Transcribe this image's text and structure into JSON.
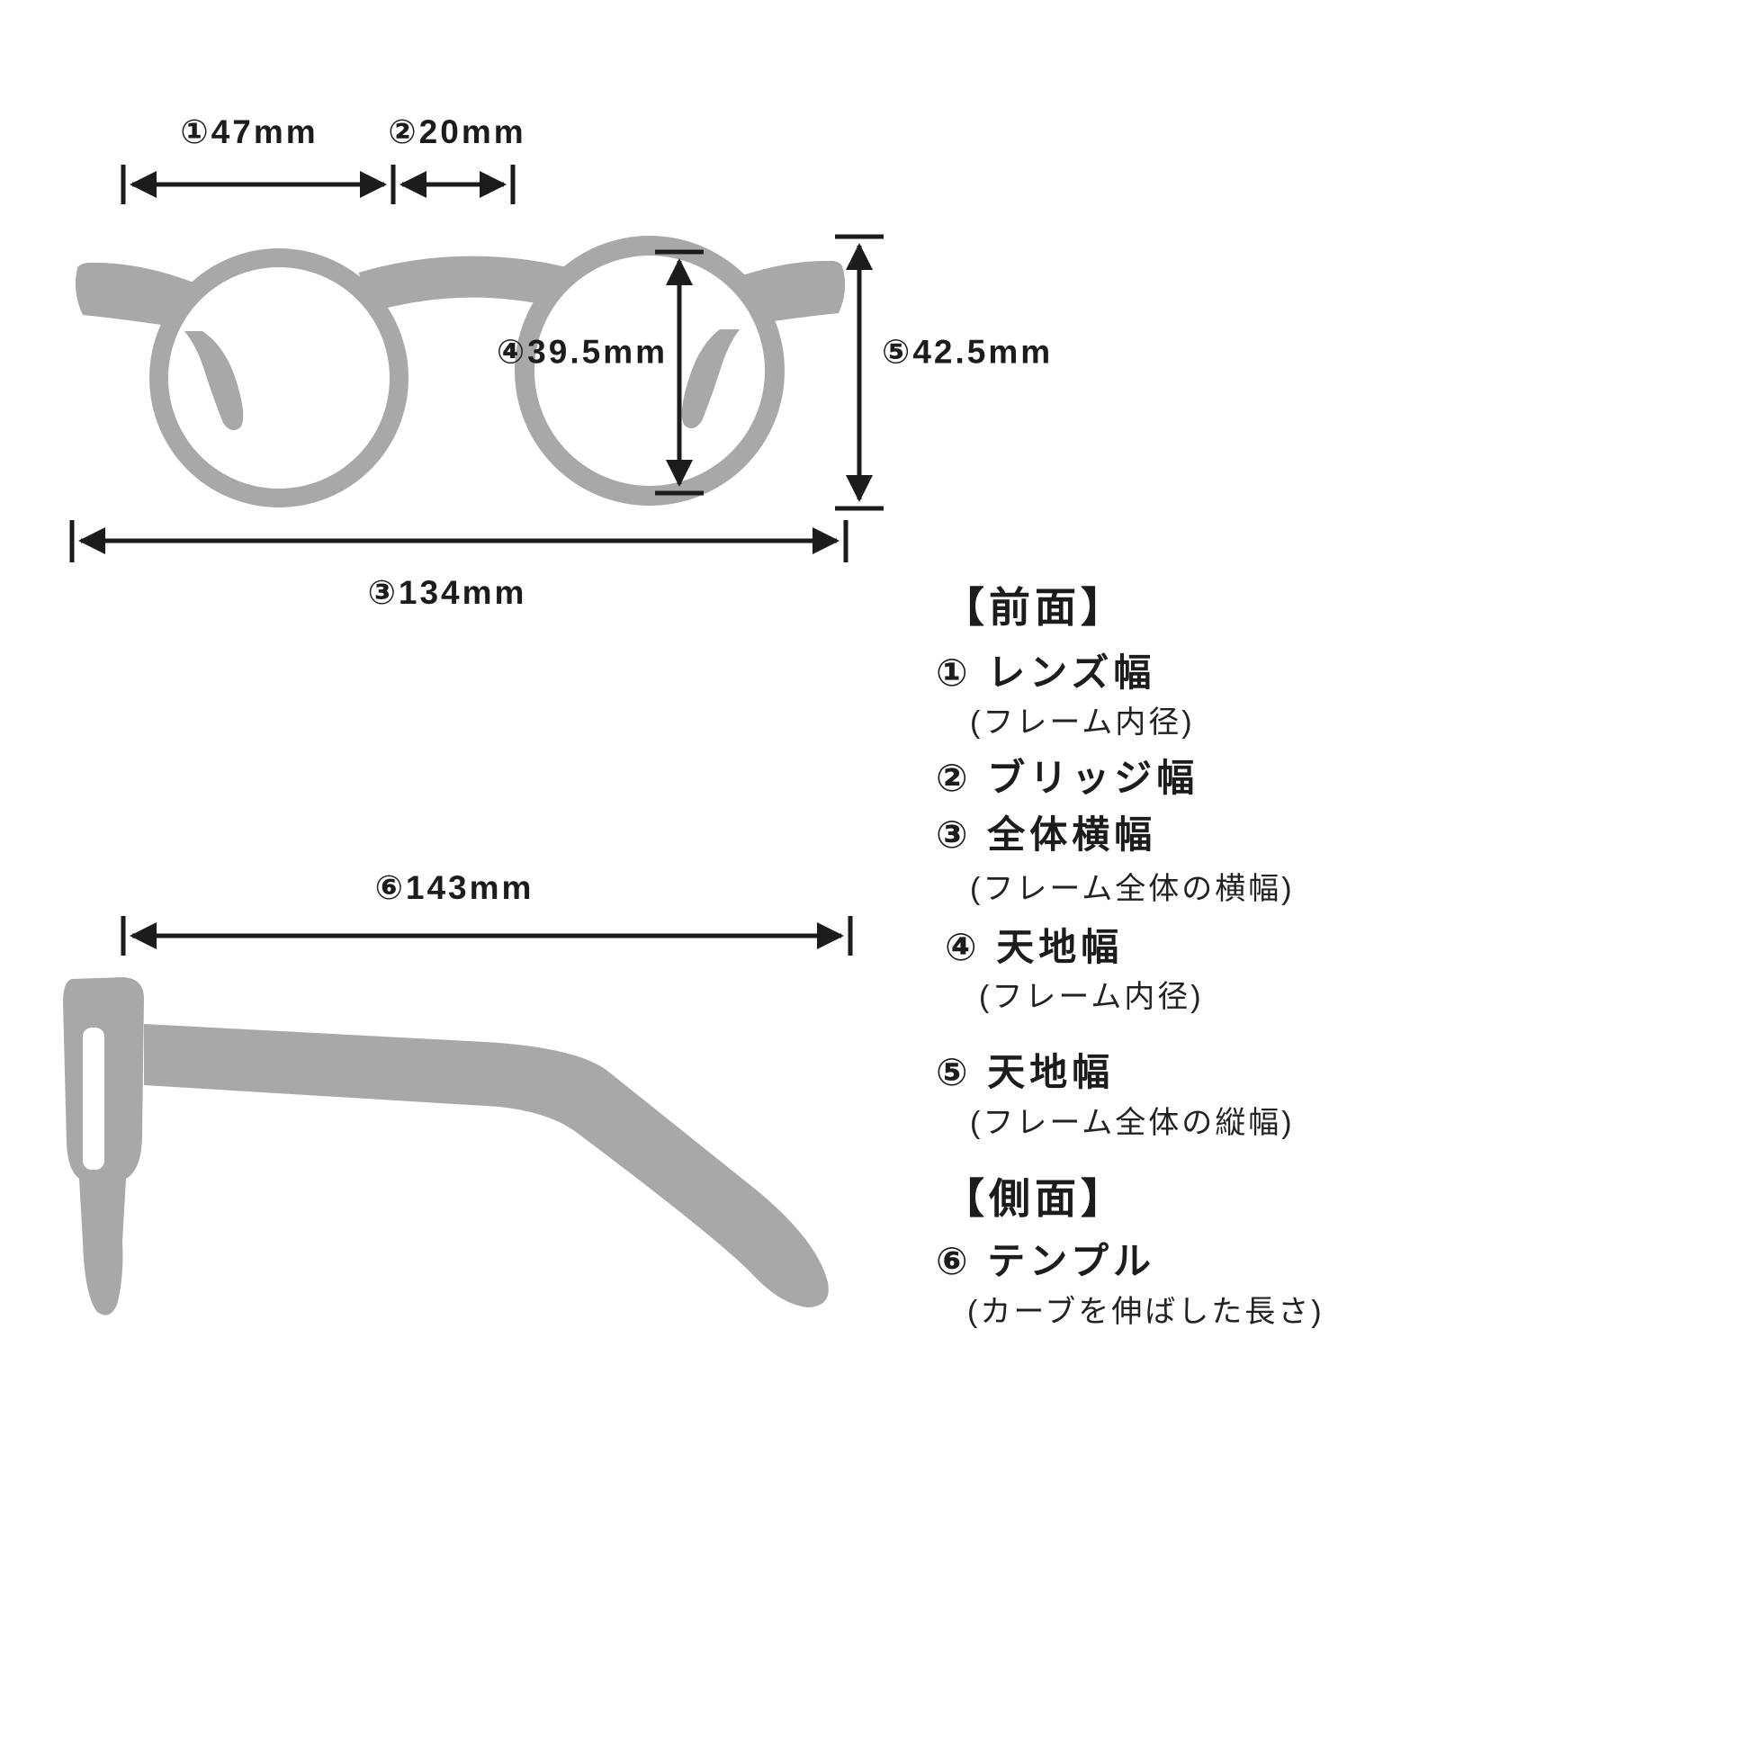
{
  "colors": {
    "frame": "#a8a8a8",
    "line": "#1c1c1c",
    "background": "#ffffff"
  },
  "front_view": {
    "dim1": {
      "label": "①47mm"
    },
    "dim2": {
      "label": "②20mm"
    },
    "dim3": {
      "label": "③134mm"
    },
    "dim4": {
      "label": "④39.5mm"
    },
    "dim5": {
      "label": "⑤42.5mm"
    }
  },
  "side_view": {
    "dim6": {
      "label": "⑥143mm"
    }
  },
  "legend": {
    "front_heading": "【前面】",
    "items": [
      {
        "label": "① レンズ幅",
        "note": "(フレーム内径)"
      },
      {
        "label": "② ブリッジ幅",
        "note": ""
      },
      {
        "label": "③ 全体横幅",
        "note": "(フレーム全体の横幅)"
      },
      {
        "label": "④ 天地幅",
        "note": "(フレーム内径)"
      },
      {
        "label": "⑤ 天地幅",
        "note": "(フレーム全体の縦幅)"
      }
    ],
    "side_heading": "【側面】",
    "side_items": [
      {
        "label": "⑥ テンプル",
        "note": "(カーブを伸ばした長さ)"
      }
    ]
  }
}
